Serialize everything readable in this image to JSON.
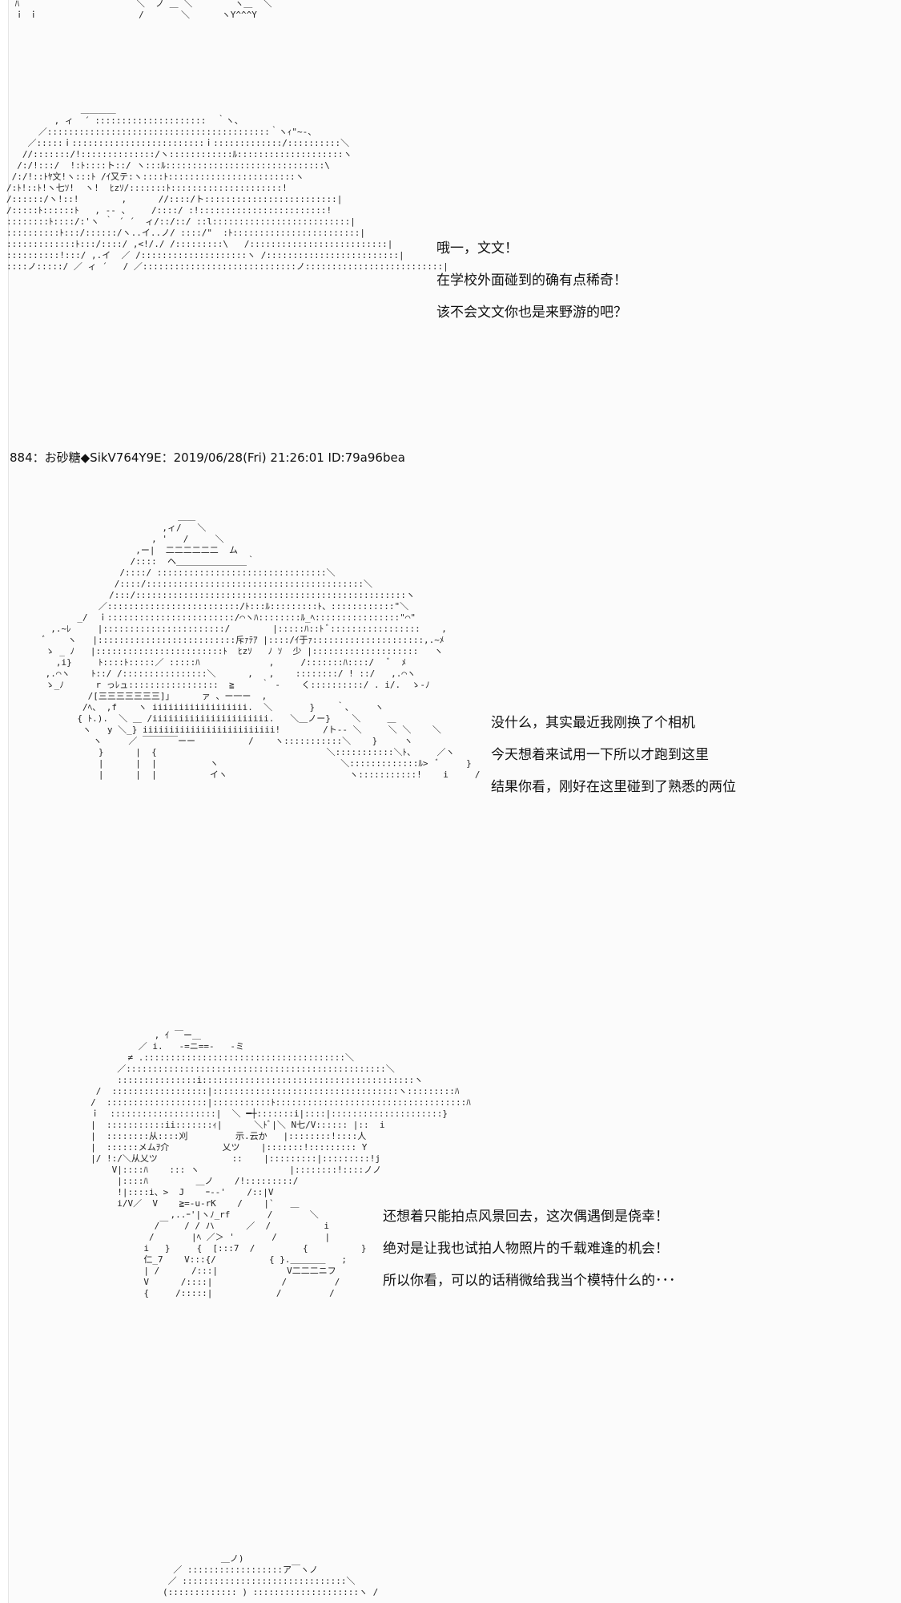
{
  "art_top_fragment": " ﾊ                      ＼  ノ ＿ ＼        ヽ＿  ＼\n ｉ ｉ                   /       ＼      ヽY^^^Y",
  "art_1": "              ＿＿＿＿\n         , ィ  ´ :::::::::::::::::::::  ｀ヽ、\n      ／::::::::::::::::::::::::::::::::::::::::::｀ヽｨ\"~-、\n    ／:::::ｉ:::::::::::::::::::::::::ｉ:::::::::::::/::::::::::＼\n   //:::::::/!::::::::::::::/ヽ::::::::::::ﾙ::::::::::::::::::::ヽ\n  /:/!:::/  !:ﾄ::::ト::/ ヽ:::ﾙ::::::::::::::::::::::::::::::\\\n /:/!::ﾄﾔ文!ヽ:::ﾄ /ｲ又テ:ヽ::::ﾄ::::::::::::::::::::::::ヽ\n/:ﾄ!::ﾄ!ヽ七ｿ!  ヽ!  ﾋzｿ/:::::::ﾄ:::::::::::::::::::::!\n/::::::/ヽ!::!        ,      //::::/ト:::::::::::::::::::::::::|\n/:::::ﾄ::::::ﾄ   , -- 、    /::::/ :!::::::::::::::::::::::::!\n::::::::ﾄ::::/:'ヽ ｀ ´ ´  ィ/::/::/ ::l::::::::::::::::::::::::::|\n::::::::::ﾄ:::/::::::/ヽ..イ..ノ/ ::::/\"  :ﾄ::::::::::::::::::::::::|\n:::::::::::::ﾄ:::/::::/ ,<!/./ /:::::::::\\   /::::::::::::::::::::::::::|\n::::::::::!:::/ ,.イ  ／ /::::::::::::::::::::ヽ /:::::::::::::::::::::::::|\n::::ノ:::::/ ／ ィ ´   / ／:::::::::::::::::::::::::::::ノ::::::::::::::::::::::::::|",
  "art_2": "                          ＿＿\n                       ,ィ/   ＼\n                     , '   /     ＼\n                  ,ー|  二二二二二二  ム\n                 /::::  ヘ＿＿＿＿＿＿＿＿｀\n               /::::/ ::::::::::::::::::::::::::::::::＼\n              /::::/:::::::::::::::::::::::::::::::::::::::::＼\n             /:::/:::::::::::::::::::::::::::::::::::::::::::::::::::ヽ\n           ／:::::::::::::::::::::::::/ﾄ:::ﾙ:::::::::ﾄ、::::::::::::\"＼\n       _/  ｉ::::::::::::::::::::::::/⌒ヽﾊ::::::::ﾙ_ﾍ::::::::::::::::\"⌒\"\n  ,.~ﾚ     |:::::::::::::::::::::::/        |:::::ﾊ::ﾄ ﾞ:::::::::::::::::    ,\n ﾞ    ヽ   |::::::::::::::::::::::::::斥ｧﾃｱ |::::/ｲ于ｧ:::::::::::::::::::::,.~ﾒ\n ゝ _ ﾉ   |::::::::::::::::::::::::ﾄ  ﾋzｿ   ﾉ ｿ  少 |::::::::::::::::::::   ヽ\n   ,i}     ﾄ::::ﾄ:::::／ :::::ﾊ             ,     /:::::::ﾊ::::/   ﾞ  ﾒ\n ,.⌒ヽ    ﾄ::/ /::::::::::::::::＼      ,   ,    ::::::::/ ! ::/   ,.⌒ヽ\n ゝ_ﾉ      r っﾚュ:::::::::::::::::  ≧     ｀ -    く::::::::::/ . i/.  ゝ-ﾉ\n         /[三三三三三三三]｣      ァ 、ー一ー  ,\n        /ﾍ、 ,f    ヽ iiiiiiiiiiiiiiiiii.  ＼       }    ｀、    ヽ\n       { ﾄ.).  ＼ ＿ /iiiiiiiiiiiiiiiiiiiiii.   ＼＿ノー}    ＼     ＿\n        ヽ   y ＼_} iiiiiiiiiiiiiiiiiiiiiiiii!        /ト-- ＼     ＼ ＼    ＼\n          ヽ     ／ ￣￣￣￣ーー          /    ヽ:::::::::::＼    }     ヽ\n           }      |  {                                ＼:::::::::::＼ﾄ、    ／ヽ\n           |      |  |          ヽ                       ＼:::::::::::::ﾙ>  ﾞ     }\n           |      |  |          イヽ                       ヽ:::::::::::!    i     /",
  "art_3": "                 , ｲ ￣ー＿\n              ／ i.   -=ニ==-   -ミ\n            ≠ .::::::::::::::::::::::::::::::::::::::＼\n          ／:::::::::::::::::::::::::::::::::::::::::::::::::＼\n          :::::::::::::::i::::::::::::::::::::::::::::::::::::::::ヽ\n      /  ::::::::::::::::::|:::::::::::::::::::::::::::::::::::ヽ:::::::::ﾊ\n     /  :::::::::::::::::::|:::::::::::ﾄ::::::::::::::::::::::::::::::::::::ﾊ\n     ｉ  ::::::::::::::::::::|  ＼ ━┼:::::::i|::::|:::::::::::::::::::::}\n     |  :::::::::::ii:::::::ｨ|      ＼ﾄﾞ|＼ N七/V:::::: |::  i\n     |  ::::::::从::::刈         示.云か   |::::::::!::::人\n     |  ::::::メムｦ介          乂ツ    |:::::::!::::::::: Y\n     |/ !:/＼从乂ツ              ::    |:::::::::|:::::::::!j\n         V|::::ﾊ    ::: ヽ                 |::::::::!::::ノノ\n          |::::ﾊ         ＿ノ    /!:::::::::/\n          !|::::i、>  J    ｰ--'    /::|V\n          i/V／  V    ≧=-u-rK    /    |`   ＿\n                    ,..ｰ'|ヽﾉ_rf       /       ＼\n                 /￣   / / ハ      ／  /          i\n                /       |ﾍ ／＞ '       /         |\n               i   }     {  [:::7  /         {          }\n               仁_7    V:::{/          { }.＿＿＿＿   ;\n               | /      /:::|             V二二二ニフ\n               V      /::::|             /         /\n               {     /:::::|            /         /",
  "art_4": "                   ＿ノ)\n          ／ ::::::::::::::::::ア￣ヽノ\n         ／ :::::::::::::::::::::::::::::::＼\n        (::::::::::::: ) ::::::::::::::::::::ヽ /",
  "dialog_1": [
    "哦一，文文！",
    "在学校外面碰到的确有点稀奇！",
    "  该不会文文你也是来野游的吧？"
  ],
  "post_header": "884：お砂糖◆SikV764Y9E：2019/06/28(Fri) 21:26:01 ID:79a96bea",
  "dialog_2": [
    "没什么，其实最近我刚换了个相机",
    "今天想着来试用一下所以才跑到这里",
    " 结果你看，刚好在这里碰到了熟悉的两位"
  ],
  "dialog_3": [
    "还想着只能拍点风景回去，这次偶遇倒是侥幸！",
    "绝对是让我也试拍人物照片的千载难逢的机会！",
    "所以你看，可以的话稍微给我当个模特什么的･･･"
  ]
}
